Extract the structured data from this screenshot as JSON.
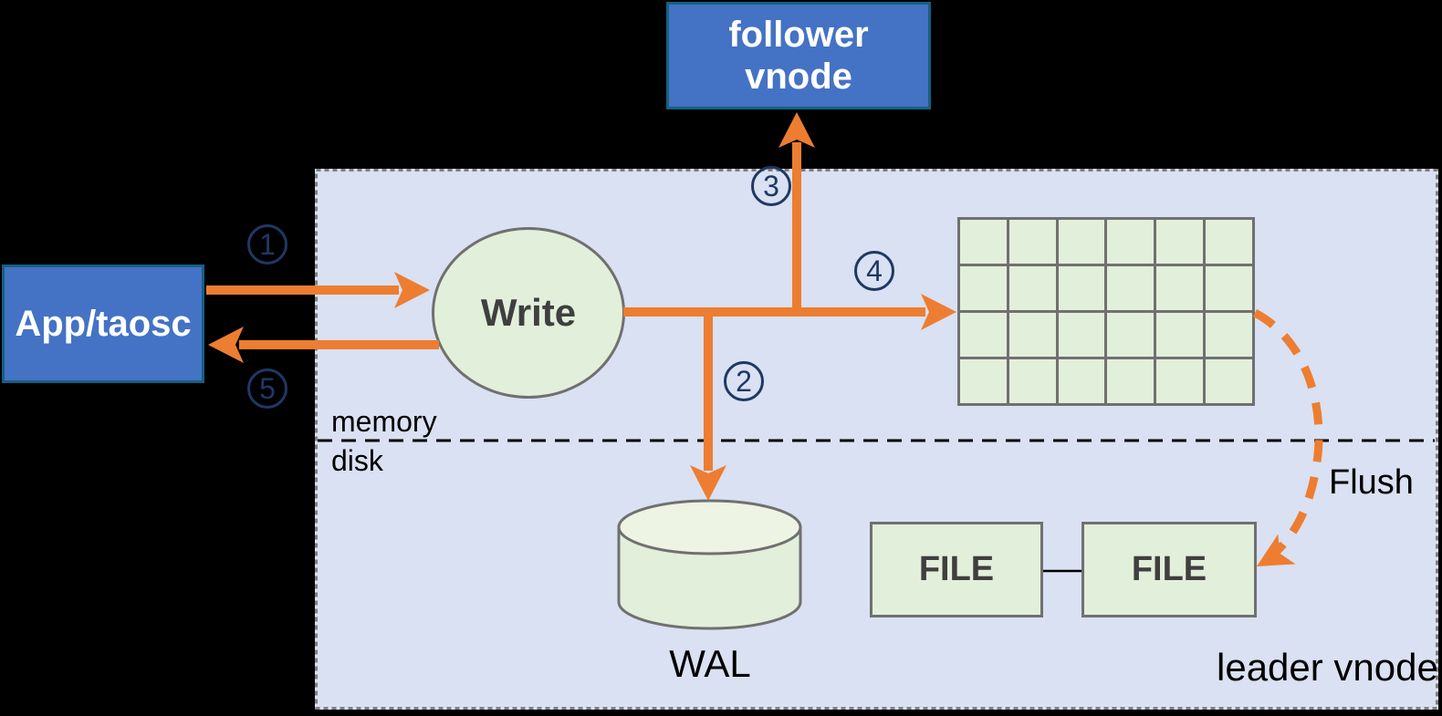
{
  "colors": {
    "background": "#000000",
    "panel_fill": "#D9E1F2",
    "panel_border": "#7F7F7F",
    "blue_fill": "#4472C4",
    "blue_border": "#156082",
    "green_fill": "#E2EFDA",
    "green_fill_light": "#EDF4E3",
    "shape_border": "#707070",
    "arrow": "#ED7D31",
    "step": "#1F3864",
    "label_dark": "#3F3F3F",
    "label_black": "#000000",
    "white": "#FFFFFF"
  },
  "nodes": {
    "follower_vnode": {
      "label": "follower vnode"
    },
    "app_taosc": {
      "label": "App/taosc"
    },
    "write": {
      "label": "Write"
    },
    "wal": {
      "label": "WAL"
    },
    "file_left": {
      "label": "FILE"
    },
    "file_right": {
      "label": "FILE"
    }
  },
  "region": {
    "memory": "memory",
    "disk": "disk",
    "leader": "leader vnode"
  },
  "flush_label": "Flush",
  "steps": [
    "1",
    "2",
    "3",
    "4",
    "5"
  ],
  "memtable_grid": {
    "rows": 4,
    "cols": 6
  }
}
